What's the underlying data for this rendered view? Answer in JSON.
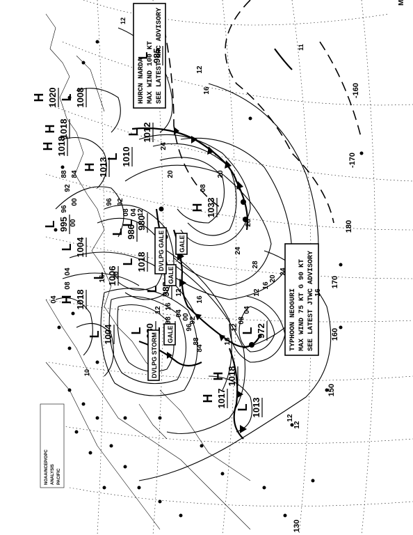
{
  "chart": {
    "longitude_labels": [
      "-160",
      "-170",
      "180",
      "170",
      "160",
      "150",
      "130"
    ],
    "edge_label": "MO"
  },
  "advisories": {
    "hurricane": [
      "HURCN NARDA",
      "MAX WIND 100 KT",
      "SEE LATEST NHC ADVISORY"
    ],
    "typhoon": [
      "TYPHOON NEOGURI",
      "MAX WIND 75 KT G 90 KT",
      "SEE LATEST JTWC ADVISORY"
    ]
  },
  "pressure_centers": [
    {
      "type": "H",
      "value": "1020"
    },
    {
      "type": "H",
      "value": "1018"
    },
    {
      "type": "H",
      "value": "1018"
    },
    {
      "type": "H",
      "value": "1013"
    },
    {
      "type": "L",
      "value": "1008"
    },
    {
      "type": "L",
      "value": "1012"
    },
    {
      "type": "L",
      "value": "1010"
    },
    {
      "type": "L",
      "value": "995"
    },
    {
      "type": "L",
      "value": "1004"
    },
    {
      "type": "H",
      "value": "1018"
    },
    {
      "type": "L",
      "value": "1004"
    },
    {
      "type": "L",
      "value": "1006"
    },
    {
      "type": "L",
      "value": "1018"
    },
    {
      "type": "L",
      "value": "980"
    },
    {
      "type": "L",
      "value": "986"
    },
    {
      "type": "L",
      "value": "989"
    },
    {
      "type": "L",
      "value": "980"
    },
    {
      "type": "L",
      "value": "984"
    },
    {
      "type": "H",
      "value": "1033"
    },
    {
      "type": "H",
      "value": "1018"
    },
    {
      "type": "H",
      "value": "1017"
    },
    {
      "type": "L",
      "value": "1013"
    },
    {
      "type": "L",
      "value": "972"
    },
    {
      "type": "L",
      "value": "985"
    }
  ],
  "warnings": [
    "DVLPG STORM",
    "GALE",
    "DVLPG GALE",
    "GALE",
    "GALE"
  ],
  "isobar_labels": [
    "12",
    "16",
    "20",
    "24",
    "28",
    "12",
    "16",
    "20",
    "24",
    "28",
    "08",
    "04",
    "00",
    "96",
    "92",
    "08",
    "04",
    "12",
    "16",
    "20",
    "12",
    "16",
    "08",
    "04",
    "00",
    "96",
    "92",
    "88",
    "84",
    "16",
    "12",
    "08",
    "04",
    "12",
    "16",
    "20",
    "24",
    "12",
    "16",
    "12",
    "08",
    "04",
    "00",
    "96",
    "92",
    "88",
    "84"
  ],
  "misc_labels": [
    "11",
    "10",
    "12"
  ],
  "header_note": [
    "NOAA/NCEP/OPC",
    "ANALYSIS",
    "PACIFIC"
  ]
}
